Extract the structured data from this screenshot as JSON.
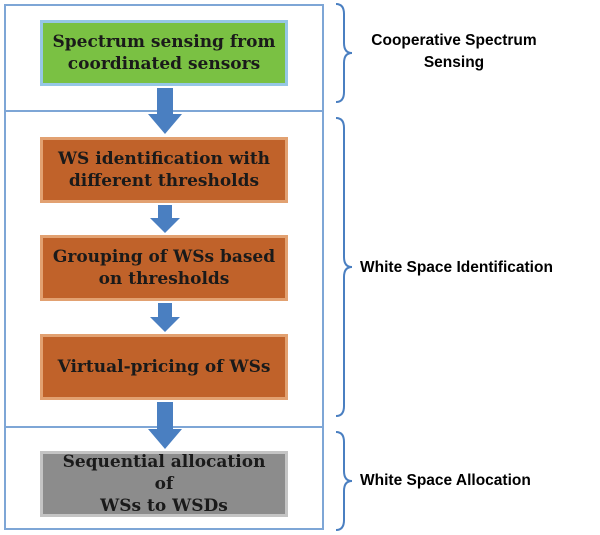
{
  "stages": {
    "sensing": {
      "label": "Cooperative Spectrum\nSensing",
      "steps": [
        {
          "text": "Spectrum sensing from\ncoordinated sensors",
          "fill": "#7ac143",
          "border": "#96c7e6"
        }
      ]
    },
    "identification": {
      "label": "White Space Identification",
      "steps": [
        {
          "text": "WS identification with\ndifferent thresholds",
          "fill": "#c0622a",
          "border": "#e2a171"
        },
        {
          "text": "Grouping of WSs based\non thresholds",
          "fill": "#c0622a",
          "border": "#e2a171"
        },
        {
          "text": "Virtual-pricing of WSs",
          "fill": "#c0622a",
          "border": "#e2a171"
        }
      ]
    },
    "allocation": {
      "label": "White Space Allocation",
      "steps": [
        {
          "text": "Sequential allocation of\nWSs to WSDs",
          "fill": "#8c8c8c",
          "border": "#c4c4c4"
        }
      ]
    }
  },
  "colors": {
    "panel_border": "#7ea6d6",
    "arrow": "#4a7fc1",
    "brace": "#4a7fc1"
  }
}
